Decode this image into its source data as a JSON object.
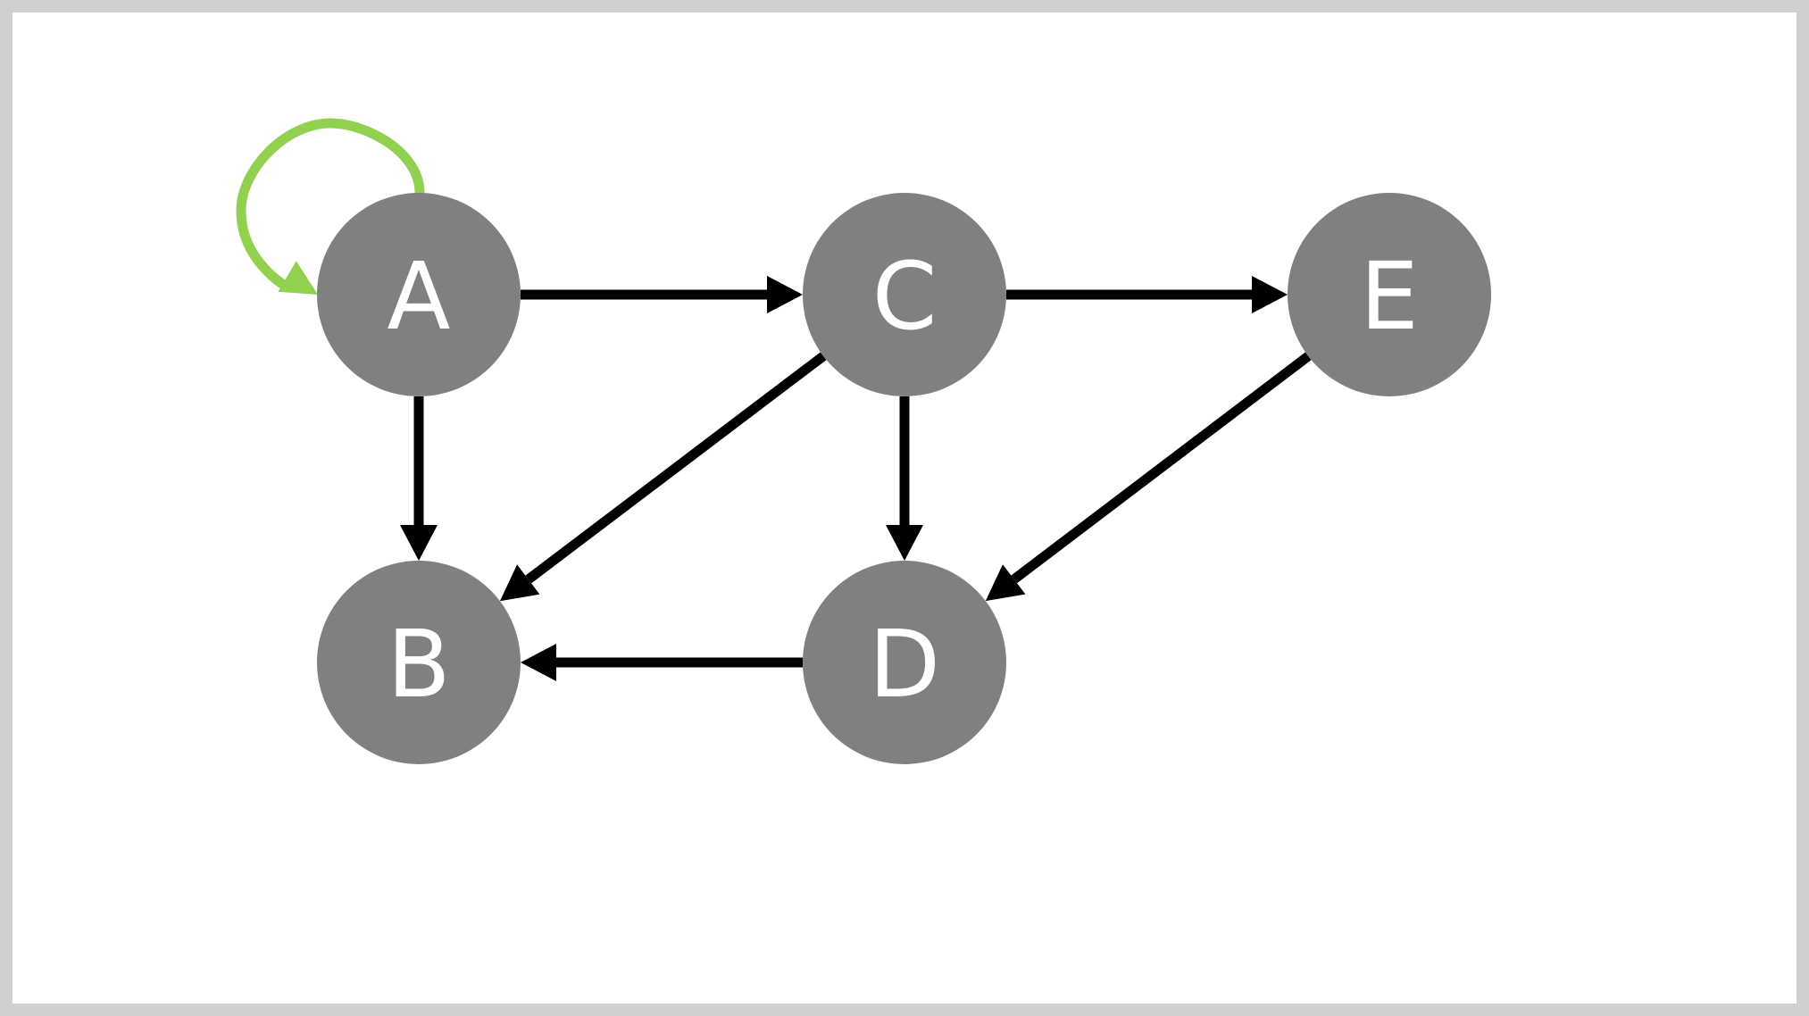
{
  "graph": {
    "nodes": [
      {
        "id": "A",
        "label": "A"
      },
      {
        "id": "B",
        "label": "B"
      },
      {
        "id": "C",
        "label": "C"
      },
      {
        "id": "D",
        "label": "D"
      },
      {
        "id": "E",
        "label": "E"
      }
    ],
    "edges": [
      {
        "from": "A",
        "to": "A",
        "kind": "self-loop",
        "highlight": true
      },
      {
        "from": "A",
        "to": "C"
      },
      {
        "from": "C",
        "to": "E"
      },
      {
        "from": "A",
        "to": "B"
      },
      {
        "from": "C",
        "to": "B"
      },
      {
        "from": "C",
        "to": "D"
      },
      {
        "from": "E",
        "to": "D"
      },
      {
        "from": "D",
        "to": "B"
      }
    ]
  },
  "colors": {
    "node_fill": "#808080",
    "node_text": "#ffffff",
    "edge": "#000000",
    "self_loop": "#92d050",
    "border": "#cfcfcf",
    "background": "#ffffff"
  }
}
